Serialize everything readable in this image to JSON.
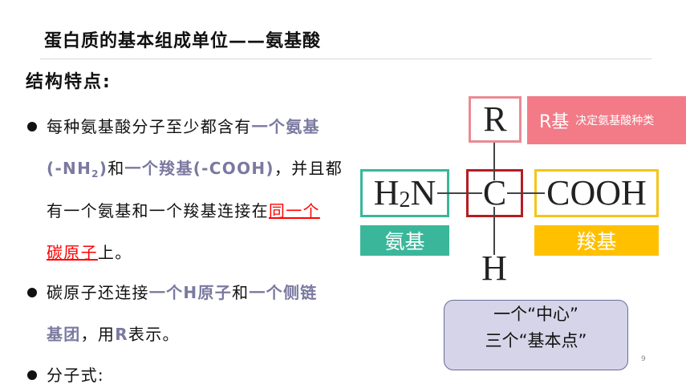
{
  "slide": {
    "title": "蛋白质的基本组成单位——氨基酸",
    "heading": "结构特点:",
    "page_number": "9"
  },
  "colors": {
    "emphasis": "#7a79a0",
    "highlight": "#ff0000",
    "r_group": "#f27b87",
    "r_box_border": "#ea8a94",
    "amino": "#3ab79a",
    "carbon": "#b41d23",
    "carboxyl": "#ffc000",
    "carboxyl_border": "#f5c518",
    "note_fill": "#d6d4e8",
    "note_border": "#6c6b98"
  },
  "bullets": [
    {
      "lines": [
        [
          "每种氨基酸分子至少都含有",
          "一个氨基"
        ],
        [
          "(-NH",
          "2",
          ")",
          "和",
          "一个羧基(-COOH)",
          "，并且都"
        ],
        [
          "有一个氨基和一个羧基连接在",
          "同一个"
        ],
        [
          "碳原子",
          "上。"
        ]
      ]
    },
    {
      "lines": [
        [
          "碳原子还连接",
          "一个H原子",
          "和",
          "一个侧链"
        ],
        [
          "基团",
          "，用",
          "R",
          "表示。"
        ]
      ]
    },
    {
      "lines": [
        [
          "分子式:"
        ]
      ]
    }
  ],
  "diagram": {
    "r_group": "R",
    "amino_group": {
      "main": "H",
      "subscript": "2",
      "tail": "N"
    },
    "alpha_carbon": "C",
    "carboxyl_group": "COOH",
    "hydrogen": "H",
    "r_group_tag": {
      "label": "R基",
      "description": "决定氨基酸种类"
    },
    "amino_tag": "氨基",
    "carboxyl_tag": "羧基"
  },
  "note": {
    "lines": [
      "一个“中心”",
      "三个“基本点”"
    ]
  }
}
